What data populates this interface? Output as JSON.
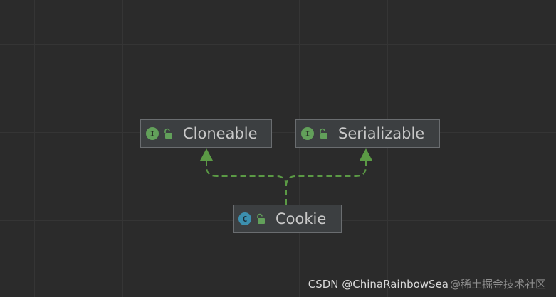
{
  "diagram": {
    "nodes": [
      {
        "id": "cloneable",
        "kind": "interface",
        "kind_letter": "I",
        "label": "Cloneable"
      },
      {
        "id": "serializable",
        "kind": "interface",
        "kind_letter": "I",
        "label": "Serializable"
      },
      {
        "id": "cookie",
        "kind": "class",
        "kind_letter": "C",
        "label": "Cookie"
      }
    ],
    "edges": [
      {
        "from": "cookie",
        "to": "cloneable",
        "relation": "implements",
        "style": "dashed"
      },
      {
        "from": "cookie",
        "to": "serializable",
        "relation": "implements",
        "style": "dashed"
      }
    ],
    "colors": {
      "background": "#2b2b2b",
      "edge": "#5b9a45",
      "interface_badge": "#62a05a",
      "class_badge": "#3c8fae",
      "lock": "#62a05a"
    }
  },
  "watermark": {
    "text": "CSDN @ChinaRainbowSea",
    "brand": "@稀土掘金技术社区"
  },
  "icons": {
    "interface": "interface-icon",
    "class": "class-icon",
    "visibility": "unlocked-icon"
  }
}
